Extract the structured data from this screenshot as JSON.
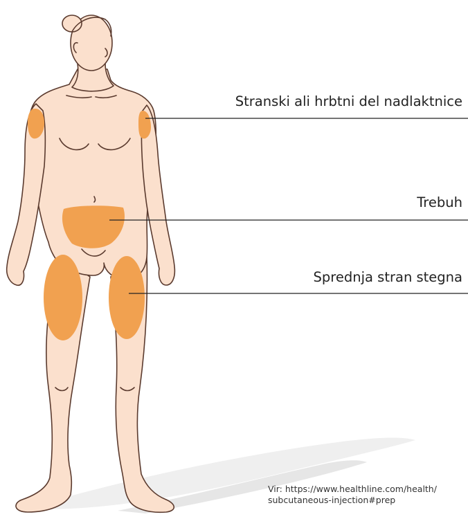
{
  "labels": {
    "upper_arm": "Stranski ali hrbtni del nadlaktnice",
    "abdomen": "Trebuh",
    "thigh": "Sprednja stran stegna"
  },
  "source": {
    "line1": "Vir: https://www.healthline.com/health/",
    "line2": "subcutaneous-injection#prep"
  },
  "colors": {
    "skin": "#fbe0cd",
    "outline": "#5a3a2e",
    "injection_site": "#f1a150",
    "shadow": "#eeeeee"
  }
}
